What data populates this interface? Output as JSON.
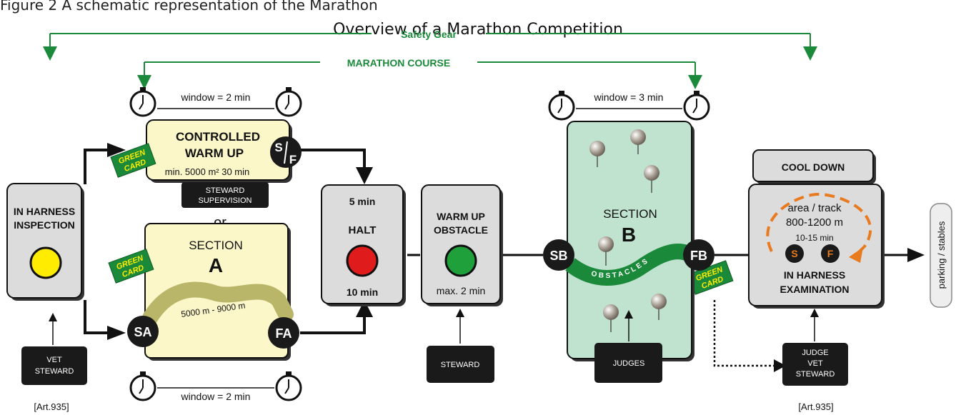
{
  "header": {
    "truncated_line": "Figure 2 A schematic representation of the Marathon",
    "title": "Overview of a Marathon Competition",
    "safety_gear": "Safety Gear",
    "marathon_course": "MARATHON COURSE"
  },
  "windows": {
    "warmup_window": "window = 2 min",
    "section_a_window": "window = 2 min",
    "section_b_window": "window = 3 min"
  },
  "inspection": {
    "title_line1": "IN HARNESS",
    "title_line2": "INSPECTION",
    "vet_line1": "VET",
    "vet_line2": "STEWARD",
    "art": "[Art.935]"
  },
  "warmup": {
    "title_line1": "CONTROLLED",
    "title_line2": "WARM UP",
    "detail": "min. 5000 m²  30 min",
    "sf_s": "S",
    "sf_f": "F",
    "steward_line1": "STEWARD",
    "steward_line2": "SUPERVISION",
    "or": "or"
  },
  "section_a": {
    "title": "SECTION",
    "letter": "A",
    "distance": "5000 m - 9000 m",
    "start": "SA",
    "finish": "FA"
  },
  "green_card": {
    "line1": "GREEN",
    "line2": "CARD"
  },
  "halt": {
    "top": "5 min",
    "label": "HALT",
    "bottom": "10 min"
  },
  "warmup_obstacle": {
    "line1": "WARM UP",
    "line2": "OBSTACLE",
    "detail": "max. 2 min",
    "steward": "STEWARD"
  },
  "section_b": {
    "title": "SECTION",
    "letter": "B",
    "obstacles": "OBSTACLES",
    "start": "SB",
    "finish": "FB",
    "judges": "JUDGES"
  },
  "cooldown": {
    "title": "COOL DOWN",
    "area_line1": "area / track",
    "area_line2": "800-1200 m",
    "time": "10-15 min",
    "s": "S",
    "f": "F",
    "exam_line1": "IN HARNESS",
    "exam_line2": "EXAMINATION",
    "judge_line1": "JUDGE",
    "judge_line2": "VET",
    "judge_line3": "STEWARD",
    "art": "[Art.935]"
  },
  "exit": {
    "label": "parking / stables"
  },
  "colors": {
    "green": "#1a8a3a",
    "cream": "#fbf7c8",
    "mint": "#bfe3cf",
    "grey_box": "#dddddd",
    "orange": "#e87a1f",
    "yellow_light": "#ffec00",
    "red_light": "#e01b1b",
    "green_light": "#1fa03a",
    "olive_track": "#b9b66a"
  }
}
